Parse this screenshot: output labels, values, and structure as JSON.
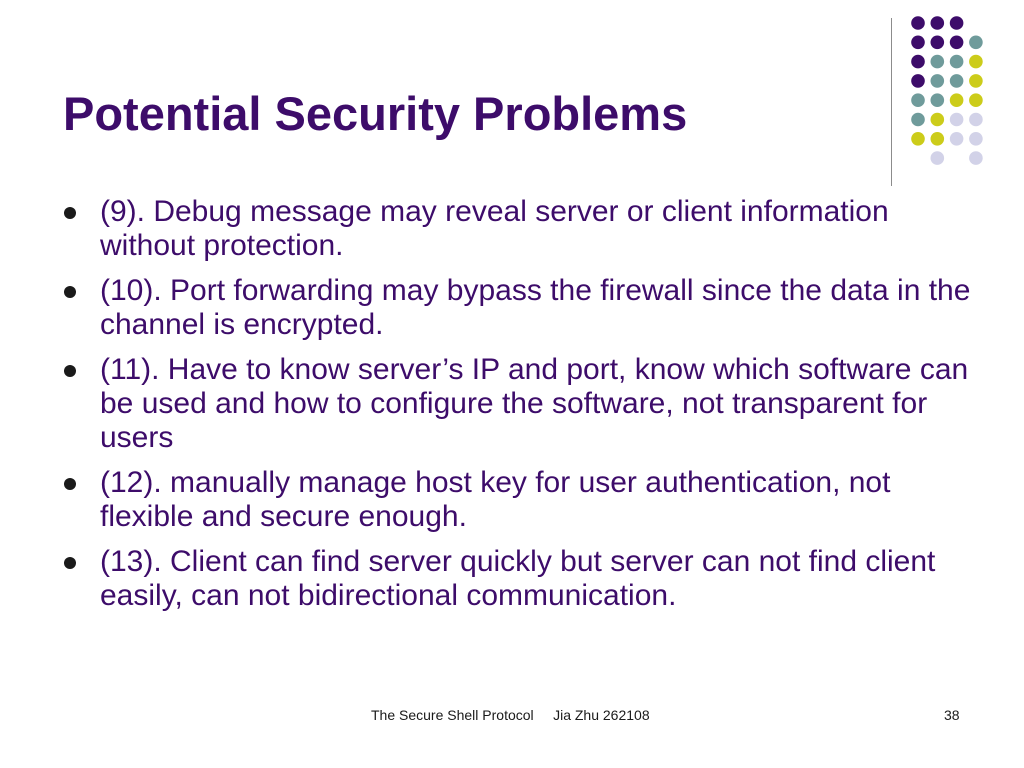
{
  "slide": {
    "title": "Potential Security Problems",
    "bullets": [
      "(9). Debug message may reveal server or client information without protection.",
      "(10). Port forwarding may bypass the firewall since the data in the channel is encrypted.",
      "(11). Have to know server’s IP and port, know which software can be used and how to configure the software, not transparent for users",
      "(12). manually manage host key for user authentication, not flexible and secure enough.",
      "(13). Client can find server quickly but server can not find client easily, can not bidirectional communication."
    ],
    "footer": {
      "text": "The Secure Shell Protocol     Jia Zhu 262108",
      "page_number": "38"
    }
  },
  "colors": {
    "title": "#3d0c6a",
    "body_text": "#3d0c6a",
    "dot_purple": "#3d0c6a",
    "dot_teal": "#6f9b9b",
    "dot_yellow": "#cccc1a",
    "dot_lavender": "#d2d2e8",
    "divider": "#8c8c8c"
  },
  "decoration": {
    "dot_grid": [
      [
        "purple",
        "purple",
        "purple",
        null
      ],
      [
        "purple",
        "purple",
        "purple",
        "teal"
      ],
      [
        "purple",
        "teal",
        "teal",
        "yellow"
      ],
      [
        "purple",
        "teal",
        "teal",
        "yellow"
      ],
      [
        "teal",
        "teal",
        "yellow",
        "yellow"
      ],
      [
        "teal",
        "yellow",
        "lavender",
        "lavender"
      ],
      [
        "yellow",
        "yellow",
        "lavender",
        "lavender"
      ],
      [
        null,
        "lavender",
        null,
        "lavender"
      ]
    ]
  }
}
